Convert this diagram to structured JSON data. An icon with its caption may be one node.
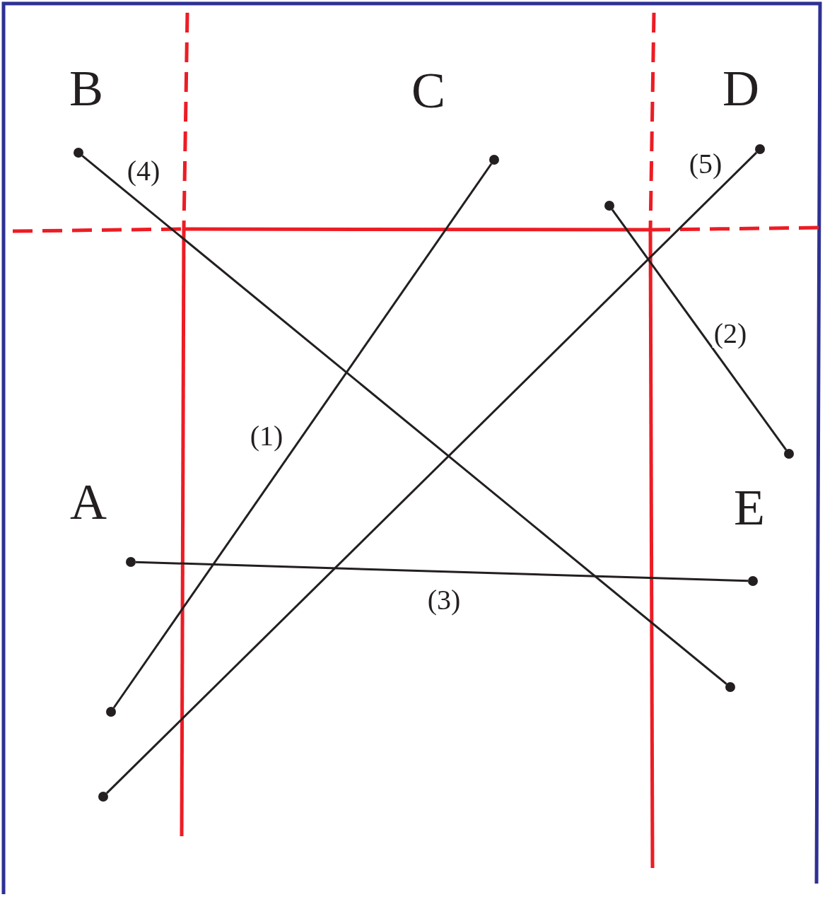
{
  "diagram": {
    "nodes": [
      {
        "text": [],
        "shape": "circle"
      },
      {
        "text": [],
        "shape": "circle"
      },
      {
        "text": [],
        "shape": "circle"
      },
      {
        "text": [],
        "shape": "circle"
      },
      {
        "text": [],
        "shape": "circle"
      },
      {
        "text": [],
        "shape": "circle"
      },
      {
        "text": [],
        "shape": "circle"
      },
      {
        "text": [],
        "shape": "circle"
      },
      {
        "text": [],
        "shape": "circle"
      },
      {
        "text": [],
        "shape": "circle"
      }
    ],
    "edges": [
      {
        "from": 4,
        "to": 2,
        "arrow": "none",
        "label": "(1)"
      },
      {
        "from": 5,
        "to": 9,
        "arrow": "none",
        "label": "(2)"
      },
      {
        "from": 3,
        "to": 7,
        "arrow": "none",
        "label": "(3)"
      },
      {
        "from": 0,
        "to": 6,
        "arrow": "none",
        "label": "(4)"
      },
      {
        "from": 8,
        "to": 1,
        "arrow": "none",
        "label": "(5)"
      }
    ],
    "labels": [
      "B",
      "C",
      "D",
      "A",
      "E"
    ]
  }
}
